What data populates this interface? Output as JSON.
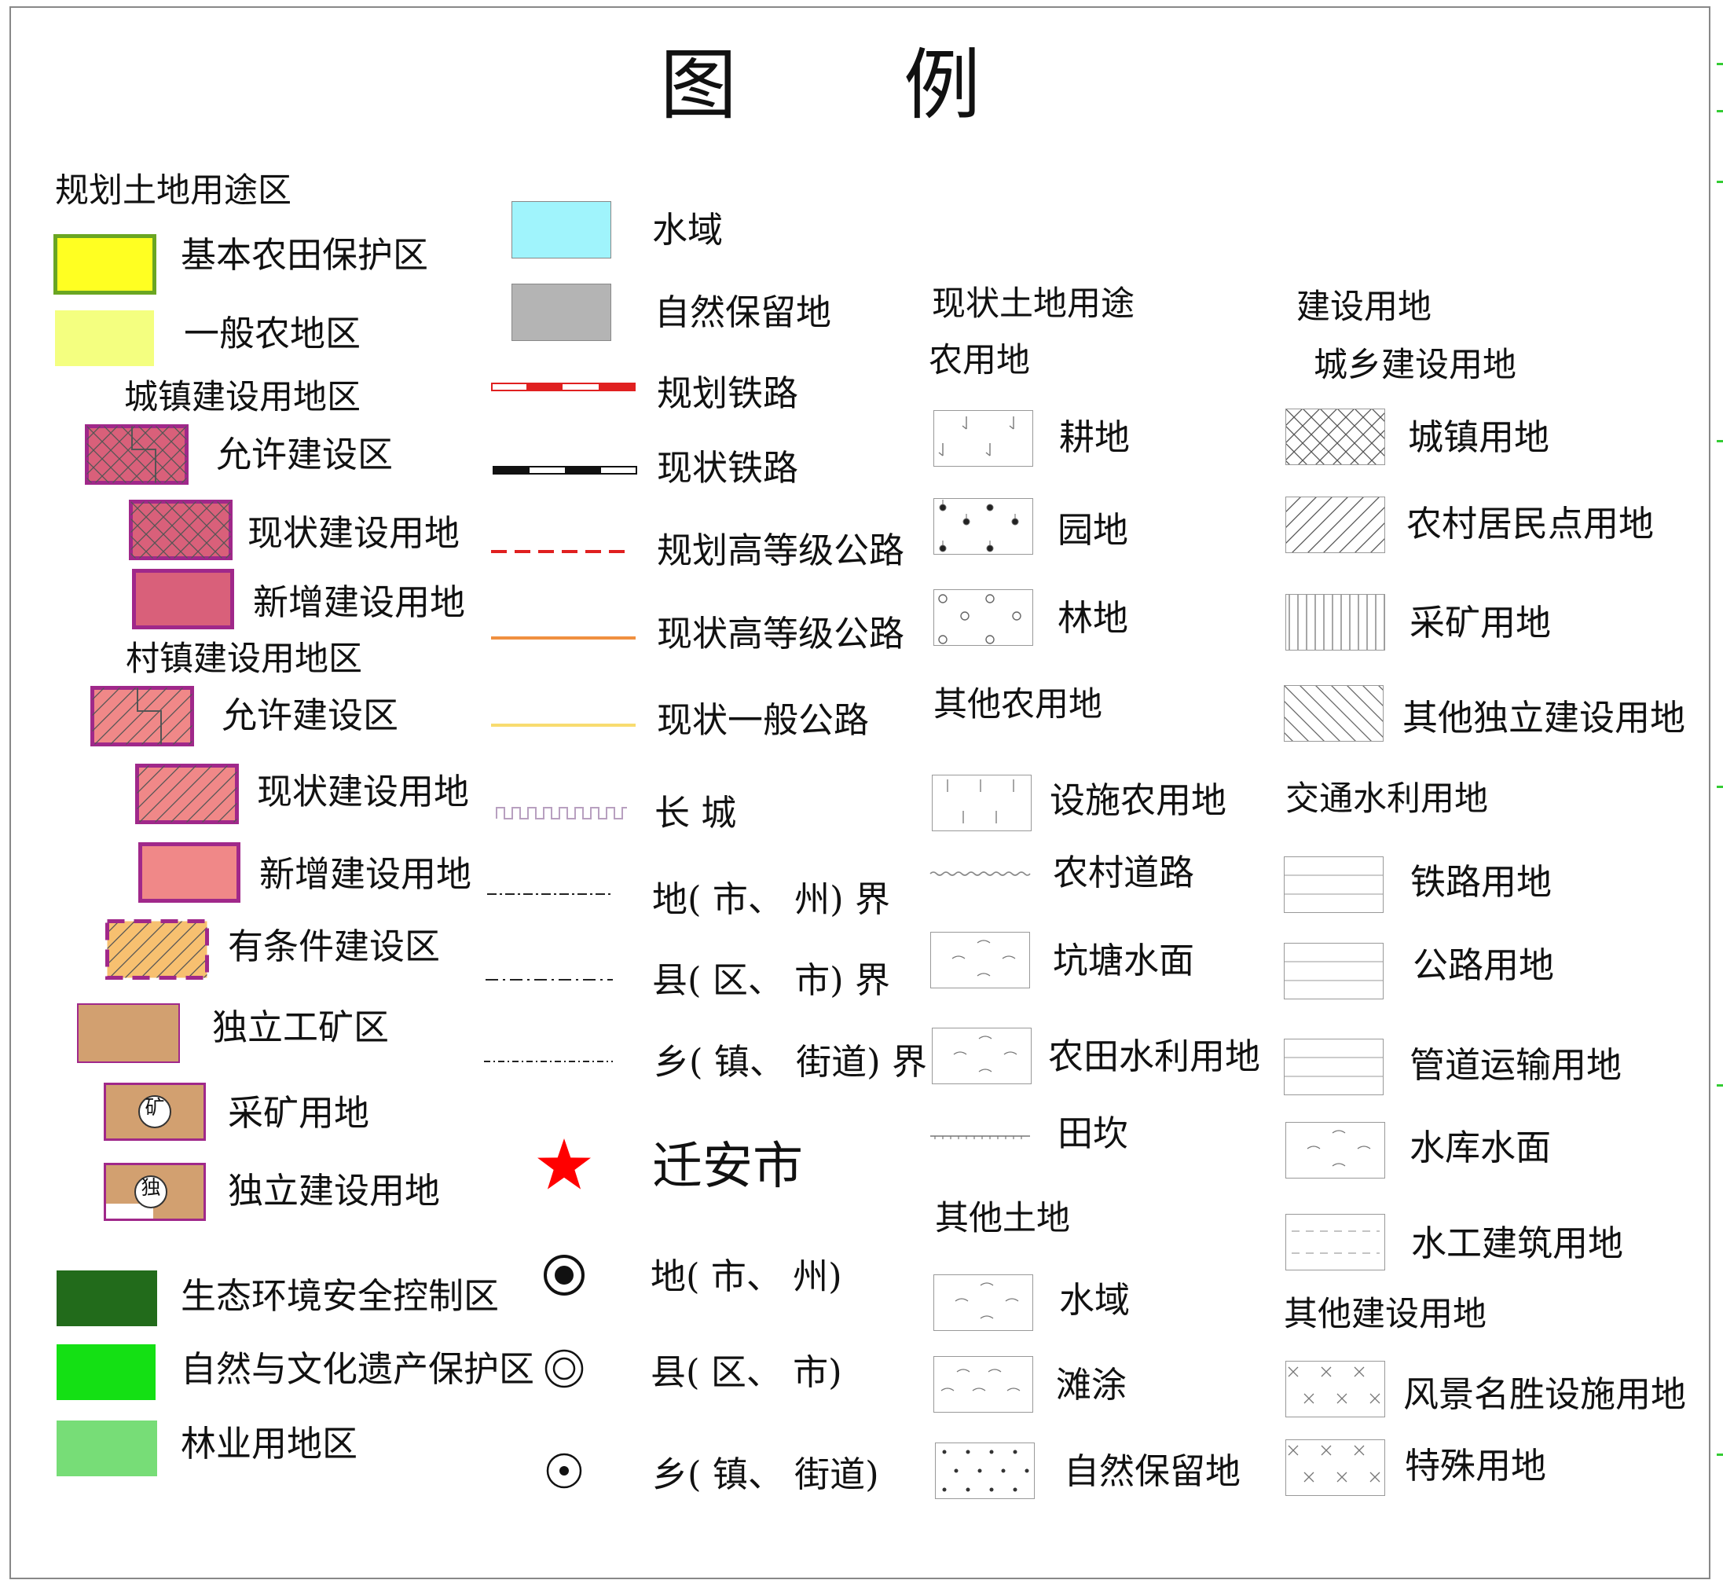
{
  "title": [
    "图",
    "例"
  ],
  "col1": {
    "heading": "规划土地用途区",
    "items": [
      {
        "label": "基本农田保护区",
        "color": "#ffff22",
        "border": "#6aa622"
      },
      {
        "label": "一般农地区",
        "color": "#f4ff80"
      }
    ],
    "town": {
      "heading": "城镇建设用地区",
      "items": [
        {
          "label": "允许建设区",
          "color": "#d9607a",
          "border": "#a0288a"
        },
        {
          "label": "现状建设用地",
          "color": "#d9607a",
          "border": "#a0288a"
        },
        {
          "label": "新增建设用地",
          "color": "#d9607a",
          "border": "#a0288a"
        }
      ]
    },
    "village": {
      "heading": "村镇建设用地区",
      "items": [
        {
          "label": "允许建设区",
          "color": "#f08888",
          "border": "#a0288a"
        },
        {
          "label": "现状建设用地",
          "color": "#f08888",
          "border": "#a0288a"
        },
        {
          "label": "新增建设用地",
          "color": "#f08888",
          "border": "#a0288a"
        }
      ]
    },
    "conditional": {
      "label": "有条件建设区",
      "color": "#f7c070",
      "border": "#a0288a"
    },
    "industrial": [
      {
        "label": "独立工矿区",
        "color": "#d2a070"
      },
      {
        "label": "采矿用地",
        "color": "#d2a070",
        "glyph": "矿"
      },
      {
        "label": "独立建设用地",
        "color": "#d2a070",
        "glyph": "独"
      }
    ],
    "ecology": [
      {
        "label": "生态环境安全控制区",
        "color": "#226b1b"
      },
      {
        "label": "自然与文化遗产保护区",
        "color": "#14e014"
      },
      {
        "label": "林业用地区",
        "color": "#77dd77"
      }
    ]
  },
  "col2": {
    "items": [
      {
        "label": "水域",
        "color": "#a0f4fc"
      },
      {
        "label": "自然保留地",
        "color": "#b4b4b4"
      },
      {
        "label": "规划铁路"
      },
      {
        "label": "现状铁路"
      },
      {
        "label": "规划高等级公路",
        "color": "#e02020"
      },
      {
        "label": "现状高等级公路",
        "color": "#f09040"
      },
      {
        "label": "现状一般公路",
        "color": "#f8dc70"
      },
      {
        "label": "长 城"
      },
      {
        "label": "地( 市、 州) 界"
      },
      {
        "label": "县( 区、 市) 界"
      },
      {
        "label": "乡( 镇、 街道) 界"
      }
    ],
    "city": {
      "label": "迁安市",
      "color": "#ff0000"
    },
    "settlements": [
      {
        "label": "地( 市、 州)"
      },
      {
        "label": "县( 区、 市)"
      },
      {
        "label": "乡( 镇、 街道)"
      }
    ]
  },
  "col3": {
    "heading": "现状土地用途",
    "sub1": "农用地",
    "farm": [
      "耕地",
      "园地",
      "林地"
    ],
    "sub2": "其他农用地",
    "otherfarm": [
      "设施农用地",
      "农村道路",
      "坑塘水面",
      "农田水利用地",
      "田坎"
    ],
    "sub3": "其他土地",
    "other": [
      "水域",
      "滩涂",
      "自然保留地"
    ]
  },
  "col4": {
    "heading": "建设用地",
    "sub1": "城乡建设用地",
    "urban": [
      "城镇用地",
      "农村居民点用地",
      "采矿用地",
      "其他独立建设用地"
    ],
    "sub2": "交通水利用地",
    "transport": [
      "铁路用地",
      "公路用地",
      "管道运输用地",
      "水库水面",
      "水工建筑用地"
    ],
    "sub3": "其他建设用地",
    "otherbuild": [
      "风景名胜设施用地",
      "特殊用地"
    ]
  }
}
